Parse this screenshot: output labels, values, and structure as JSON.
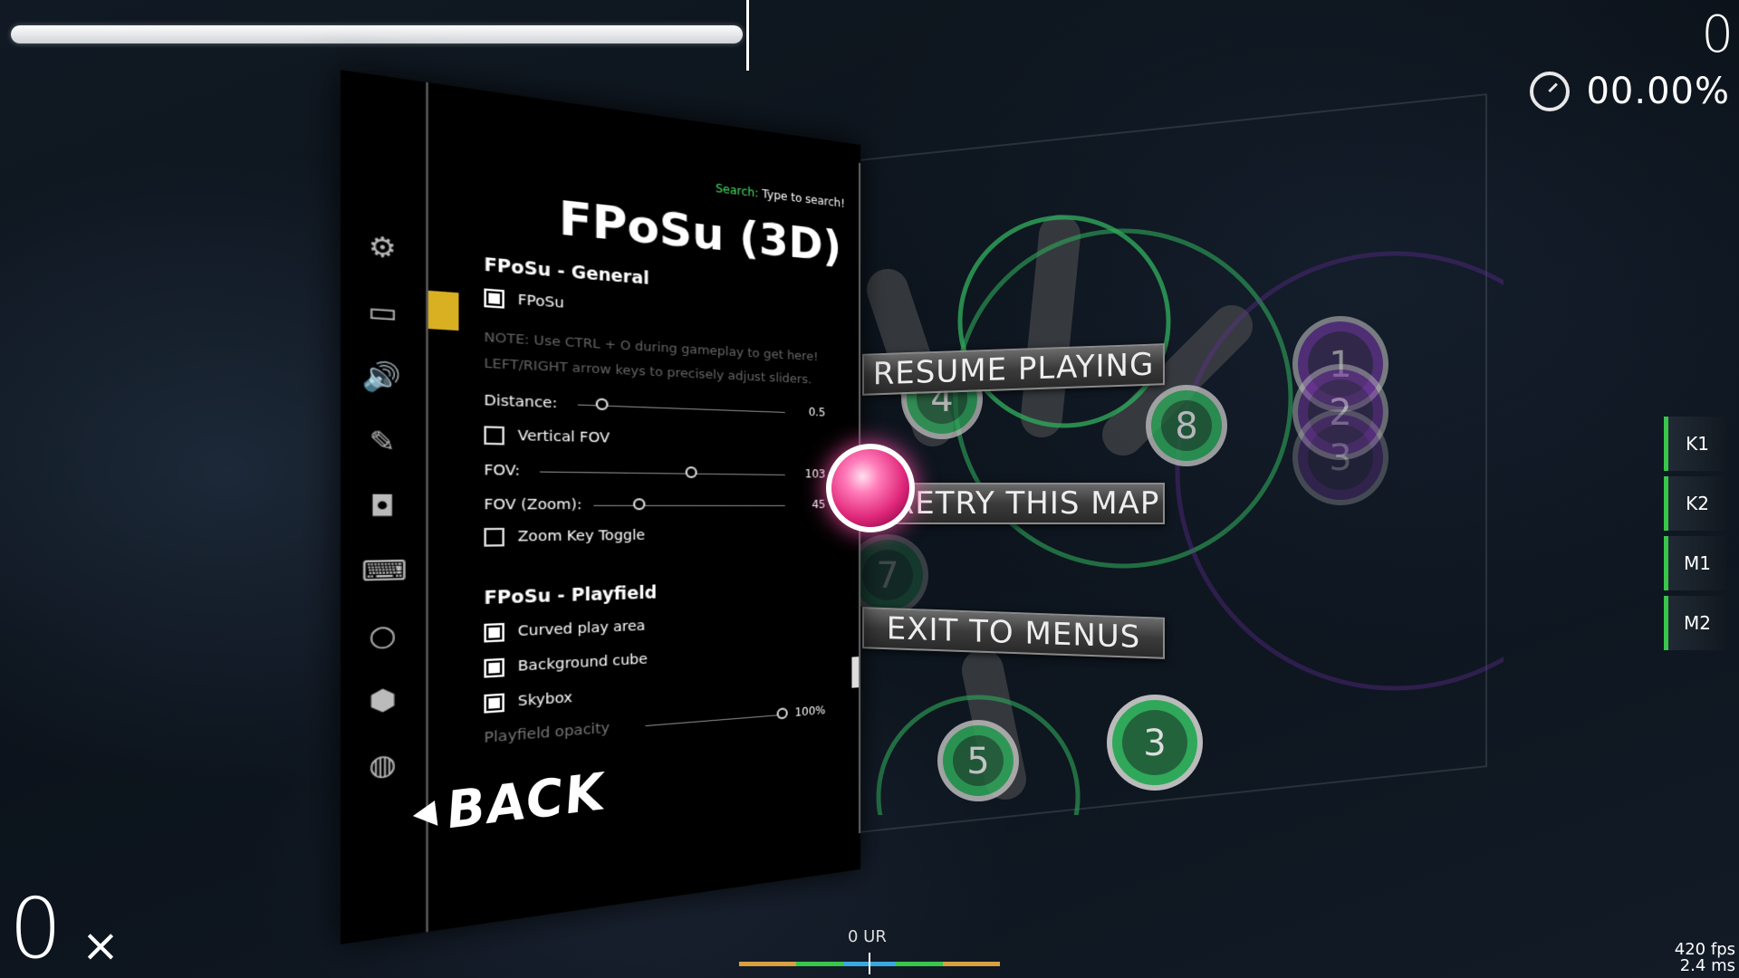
{
  "hud": {
    "score": "0",
    "accuracy": "00.00%",
    "song_progress": 0.54,
    "combo": "0",
    "combo_suffix": "×",
    "unstable_rate": "0 UR",
    "fps": "420 fps",
    "frame_time": "2.4 ms",
    "hit_error_colors": [
      "#d8a040",
      "#39c64a",
      "#3aa8e0",
      "#39c64a",
      "#d8a040"
    ]
  },
  "keys": [
    {
      "label": "K1"
    },
    {
      "label": "K2"
    },
    {
      "label": "M1"
    },
    {
      "label": "M2"
    }
  ],
  "settings": {
    "search_label": "Search:",
    "search_placeholder": "Type to search!",
    "title": "FPoSu (3D)",
    "sidebar_icons": [
      "gear-icon",
      "monitor-icon",
      "speaker-icon",
      "brush-icon",
      "gamepad-icon",
      "keyboard-icon",
      "circle-icon",
      "cube-icon",
      "globe-icon"
    ],
    "general": {
      "heading": "FPoSu - General",
      "fposu_label": "FPoSu",
      "note1": "NOTE: Use CTRL + O during gameplay to get here!",
      "note2": "LEFT/RIGHT arrow keys to precisely adjust sliders.",
      "distance_label": "Distance:",
      "distance_value": "0.5",
      "vertical_fov_label": "Vertical FOV",
      "fov_label": "FOV:",
      "fov_value": "103",
      "fov_zoom_label": "FOV (Zoom):",
      "fov_zoom_value": "45",
      "zoom_key_toggle_label": "Zoom Key Toggle"
    },
    "playfield": {
      "heading": "FPoSu - Playfield",
      "curved_label": "Curved play area",
      "background_cube_label": "Background cube",
      "skybox_label": "Skybox",
      "opacity_label": "Playfield opacity",
      "opacity_value": "100%"
    },
    "back_label": "BACK"
  },
  "pause_menu": {
    "resume": "RESUME PLAYING",
    "retry": "RETRY THIS MAP",
    "exit": "EXIT TO MENUS"
  },
  "hit_objects": [
    {
      "number": "4",
      "color": "#2fa85a"
    },
    {
      "number": "8",
      "color": "#2fa85a"
    },
    {
      "number": "7",
      "color": "#2fa85a"
    },
    {
      "number": "5",
      "color": "#2fa85a"
    },
    {
      "number": "3",
      "color": "#2fa85a"
    },
    {
      "number": "1",
      "color": "#7a3aa8"
    },
    {
      "number": "2",
      "color": "#7a3aa8"
    },
    {
      "number": "3",
      "color": "#7a3aa8"
    }
  ]
}
